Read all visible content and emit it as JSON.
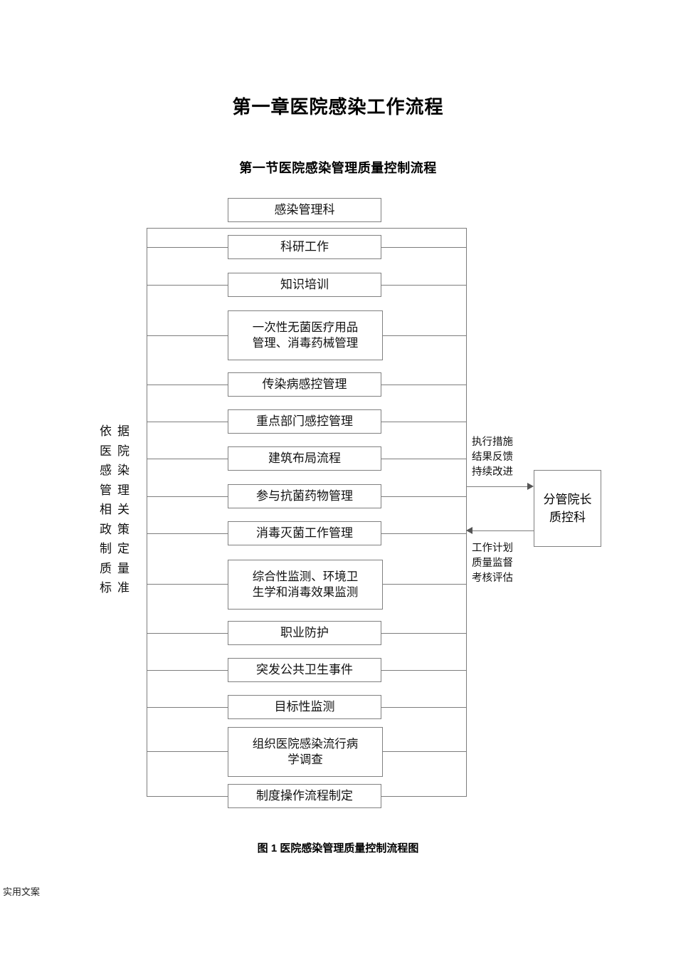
{
  "document": {
    "title": "第一章医院感染工作流程",
    "subtitle": "第一节医院感染管理质量控制流程",
    "caption": "图 1 医院感染管理质量控制流程图",
    "footer": "实用文案"
  },
  "flowchart": {
    "head_node": "感染管理科",
    "nodes": [
      {
        "label": "科研工作",
        "lines": 1
      },
      {
        "label": "知识培训",
        "lines": 1
      },
      {
        "label": "一次性无菌医疗用品\n管理、消毒药械管理",
        "lines": 2
      },
      {
        "label": "传染病感控管理",
        "lines": 1
      },
      {
        "label": "重点部门感控管理",
        "lines": 1
      },
      {
        "label": "建筑布局流程",
        "lines": 1
      },
      {
        "label": "参与抗菌药物管理",
        "lines": 1
      },
      {
        "label": "消毒灭菌工作管理",
        "lines": 1
      },
      {
        "label": "综合性监测、环境卫\n生学和消毒效果监测",
        "lines": 2
      },
      {
        "label": "职业防护",
        "lines": 1
      },
      {
        "label": "突发公共卫生事件",
        "lines": 1
      },
      {
        "label": "目标性监测",
        "lines": 1
      },
      {
        "label": "组织医院感染流行病\n学调查",
        "lines": 2
      },
      {
        "label": "制度操作流程制定",
        "lines": 1
      }
    ],
    "left_criteria": {
      "full_text": "依据医院感染管理相关政策制定质量标准",
      "column_right": "据院染理关策定量准",
      "column_left": "依医感管相政制质标"
    },
    "right_side": {
      "annotation_top": "执行措施\n结果反馈\n持续改进",
      "annotation_bottom": "工作计划\n质量监督\n考核评估",
      "node": "分管院长\n质控科"
    }
  },
  "colors": {
    "border": "#808080",
    "line": "#7d7d7d",
    "arrow": "#555555",
    "text": "#111111",
    "background": "#ffffff"
  }
}
